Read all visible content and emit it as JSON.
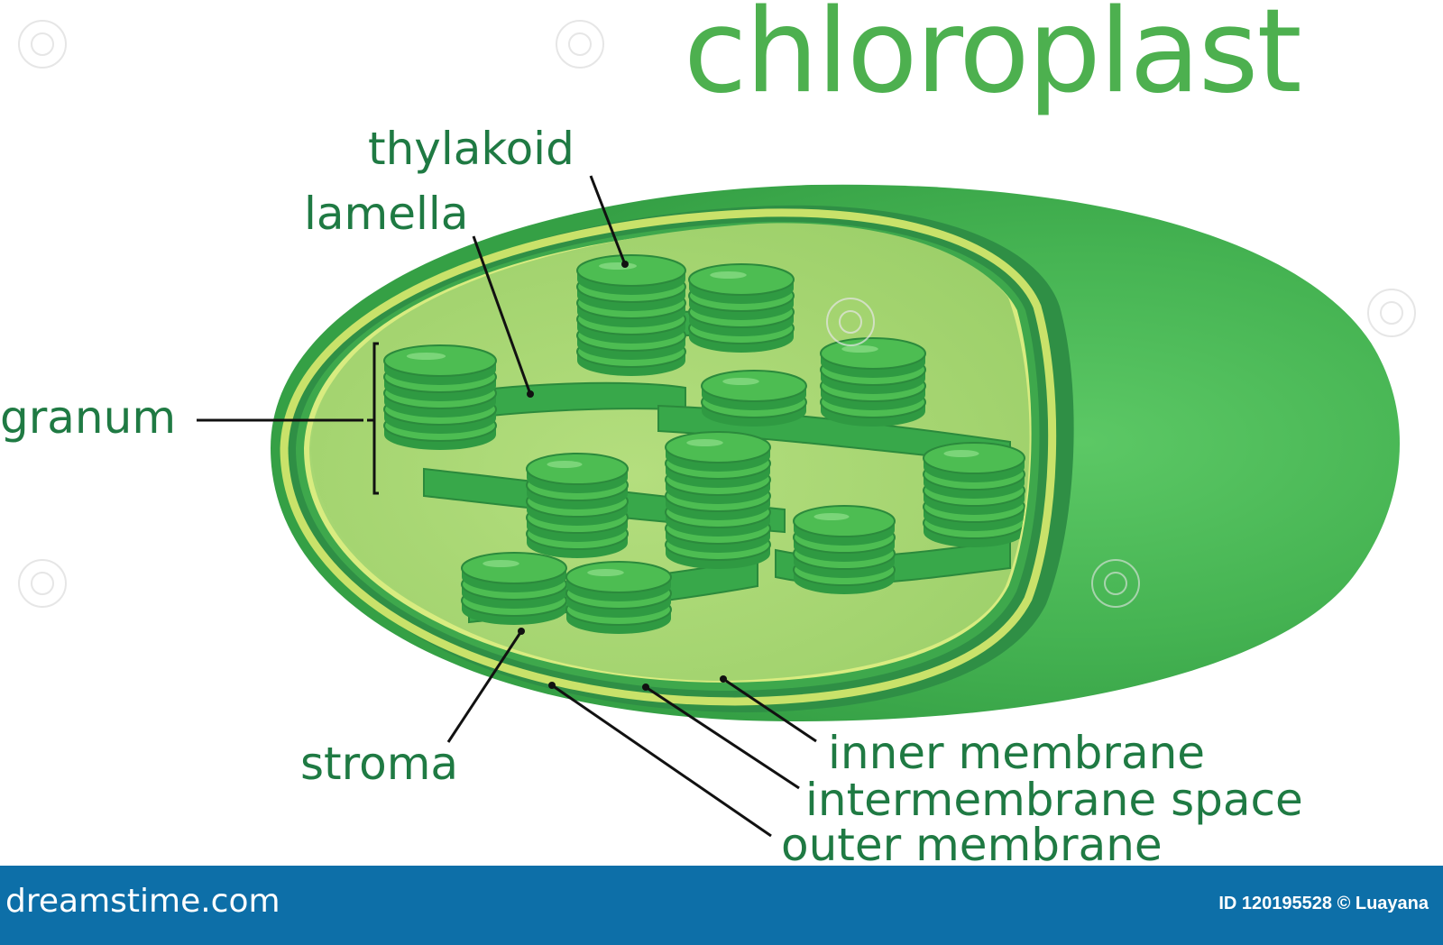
{
  "title": "chloroplast",
  "labels": {
    "thylakoid": "thylakoid",
    "lamella": "lamella",
    "granum": "granum",
    "stroma": "stroma",
    "inner_membrane": "inner membrane",
    "intermembrane_space": "intermembrane space",
    "outer_membrane": "outer membrane"
  },
  "footer": {
    "brand": "dreamstime.com",
    "credit": "ID 120195528 © Luayana"
  },
  "colors": {
    "title": "#4db04f",
    "label": "#1f7a43",
    "outer_body": "#3aa64c",
    "membrane_yellow": "#c9e26a",
    "stroma": "#a6d672",
    "thylakoid": "#46b84c",
    "footer": "#0d6fa8"
  }
}
